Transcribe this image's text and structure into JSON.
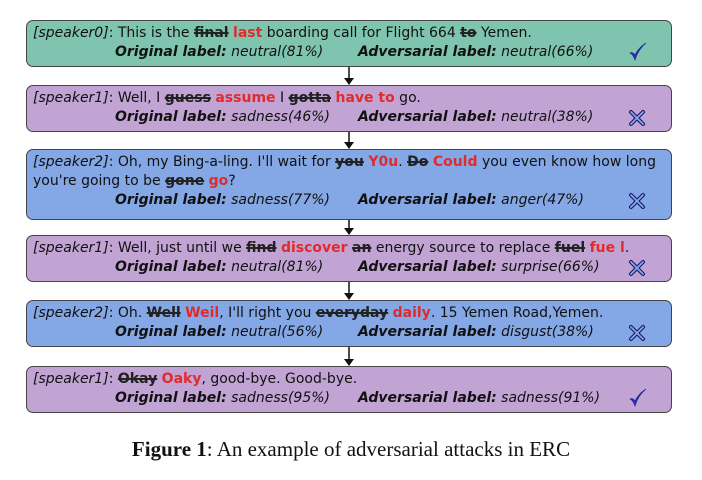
{
  "labels": {
    "original": "Original label:",
    "adversarial": "Adversarial label:"
  },
  "turns": [
    {
      "speaker": "[speaker0]",
      "style": "teal",
      "tokens": [
        {
          "t": ": This is the "
        },
        {
          "o": "final"
        },
        {
          "t": " "
        },
        {
          "a": "last"
        },
        {
          "t": " boarding call for Flight 664 "
        },
        {
          "o": "to"
        },
        {
          "t": " Yemen."
        }
      ],
      "original_label": "neutral(81%)",
      "adversarial_label": "neutral(66%)",
      "result": "check"
    },
    {
      "speaker": "[speaker1]",
      "style": "purple",
      "tokens": [
        {
          "t": ": Well, I "
        },
        {
          "o": "guess"
        },
        {
          "t": " "
        },
        {
          "a": "assume"
        },
        {
          "t": " I "
        },
        {
          "o": "gotta"
        },
        {
          "t": " "
        },
        {
          "a": "have to"
        },
        {
          "t": " go."
        }
      ],
      "original_label": "sadness(46%)",
      "adversarial_label": "neutral(38%)",
      "result": "cross"
    },
    {
      "speaker": "[speaker2]",
      "style": "blue",
      "tokens": [
        {
          "t": ": Oh, my Bing-a-ling. I'll wait for "
        },
        {
          "o": "you"
        },
        {
          "t": " "
        },
        {
          "a": "Y0u"
        },
        {
          "t": ". "
        },
        {
          "o": "Do"
        },
        {
          "t": " "
        },
        {
          "a": "Could"
        },
        {
          "t": " you even know how long you're going to be "
        },
        {
          "o": "gone"
        },
        {
          "t": " "
        },
        {
          "a": "go"
        },
        {
          "t": "?"
        }
      ],
      "original_label": "sadness(77%)",
      "adversarial_label": "anger(47%)",
      "result": "cross"
    },
    {
      "speaker": "[speaker1]",
      "style": "purple",
      "tokens": [
        {
          "t": ": Well, just until we "
        },
        {
          "o": "find"
        },
        {
          "t": " "
        },
        {
          "a": "discover"
        },
        {
          "t": " "
        },
        {
          "o": "an"
        },
        {
          "t": " energy source to replace "
        },
        {
          "o": "fuel"
        },
        {
          "t": " "
        },
        {
          "a": "fue l"
        },
        {
          "t": "."
        }
      ],
      "original_label": "neutral(81%)",
      "adversarial_label": "surprise(66%)",
      "result": "cross"
    },
    {
      "speaker": "[speaker2]",
      "style": "blue",
      "tokens": [
        {
          "t": ": Oh. "
        },
        {
          "o": "Well"
        },
        {
          "t": " "
        },
        {
          "a": "Weil"
        },
        {
          "t": ", I'll right you "
        },
        {
          "o": "everyday"
        },
        {
          "t": " "
        },
        {
          "a": "daily"
        },
        {
          "t": ". 15 Yemen Road,Yemen."
        }
      ],
      "original_label": "neutral(56%)",
      "adversarial_label": "disgust(38%)",
      "result": "cross"
    },
    {
      "speaker": "[speaker1]",
      "style": "purple",
      "tokens": [
        {
          "t": ": "
        },
        {
          "o": "Okay"
        },
        {
          "t": " "
        },
        {
          "a": "Oaky"
        },
        {
          "t": ", good-bye. Good-bye."
        }
      ],
      "original_label": "sadness(95%)",
      "adversarial_label": "sadness(91%)",
      "result": "check"
    }
  ],
  "caption": {
    "label": "Figure 1",
    "text": ": An example of adversarial attacks in ERC"
  }
}
